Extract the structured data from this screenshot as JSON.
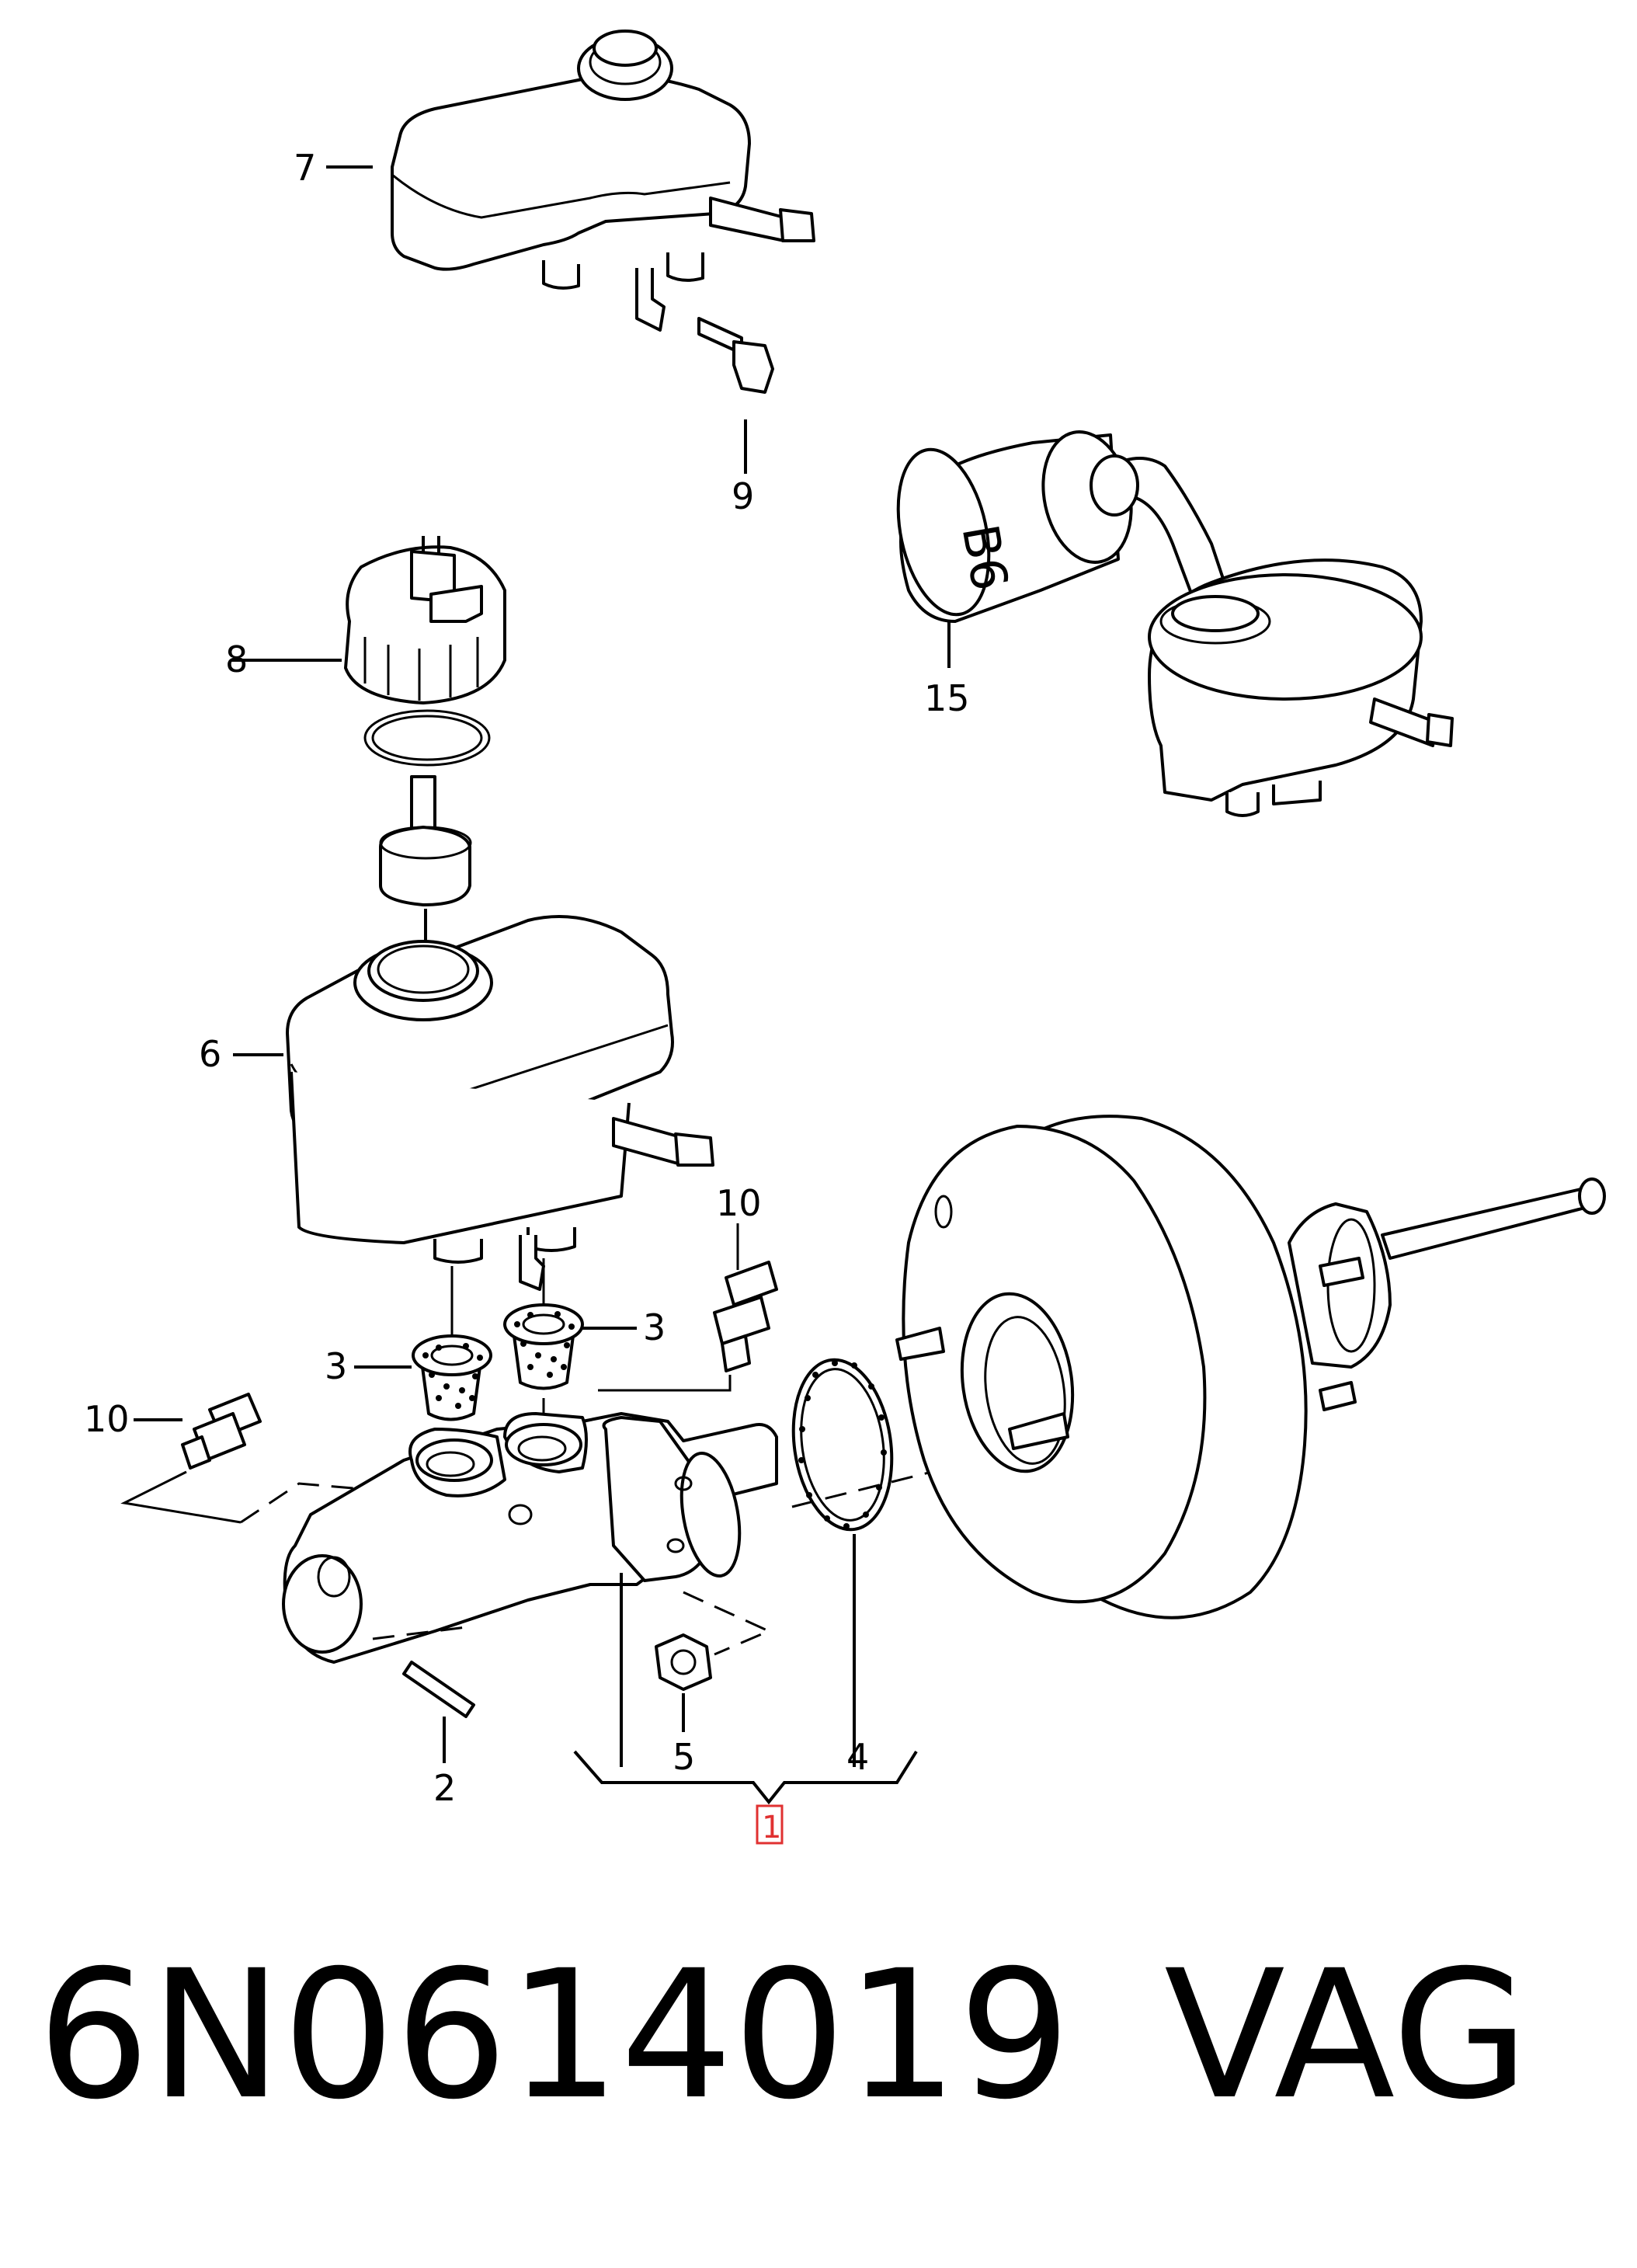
{
  "diagram": {
    "labels": {
      "l1": "1",
      "l2": "2",
      "l3a": "3",
      "l3b": "3",
      "l4": "4",
      "l5": "5",
      "l6": "6",
      "l7": "7",
      "l8": "8",
      "l9": "9",
      "l10a": "10",
      "l10b": "10",
      "l15": "15"
    },
    "booster_can_text": "B6",
    "highlight_color": "#e03131"
  },
  "footer": {
    "part_number": "6N0614019",
    "brand": "VAG"
  }
}
